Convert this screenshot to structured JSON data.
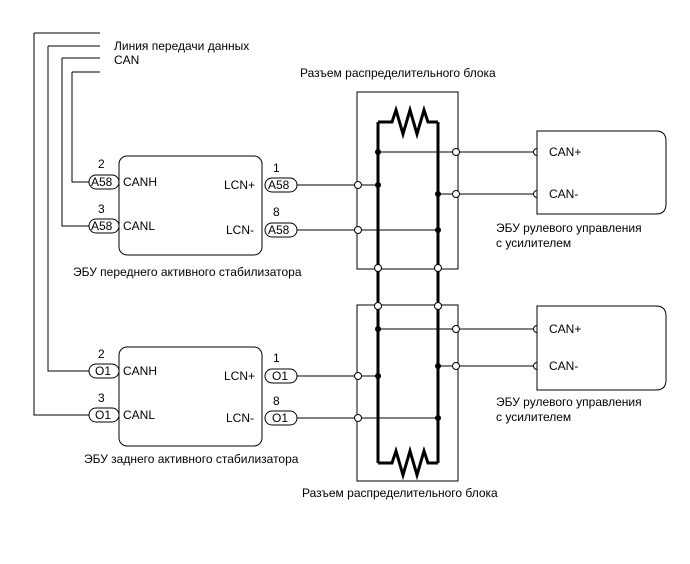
{
  "legend": {
    "line1": "Линия передачи данных",
    "line2": "CAN"
  },
  "junction_top_label": "Разъем распределительного блока",
  "junction_bottom_label": "Разъем распределительного блока",
  "front_ecu": {
    "name": "ЭБУ переднего активного стабилизатора",
    "canh": "CANH",
    "canl": "CANL",
    "lcnp": "LCN+",
    "lcnm": "LCN-",
    "canh_pin": "2",
    "canl_pin": "3",
    "lcnp_pin": "1",
    "lcnm_pin": "8",
    "connector": "A58"
  },
  "rear_ecu": {
    "name": "ЭБУ заднего активного стабилизатора",
    "canh": "CANH",
    "canl": "CANL",
    "lcnp": "LCN+",
    "lcnm": "LCN-",
    "canh_pin": "2",
    "canl_pin": "3",
    "lcnp_pin": "1",
    "lcnm_pin": "8",
    "connector": "O1"
  },
  "eps_top": {
    "canp": "CAN+",
    "canm": "CAN-",
    "name_line1": "ЭБУ рулевого управления",
    "name_line2": "с усилителем"
  },
  "eps_bottom": {
    "canp": "CAN+",
    "canm": "CAN-",
    "name_line1": "ЭБУ рулевого управления",
    "name_line2": "с усилителем"
  }
}
